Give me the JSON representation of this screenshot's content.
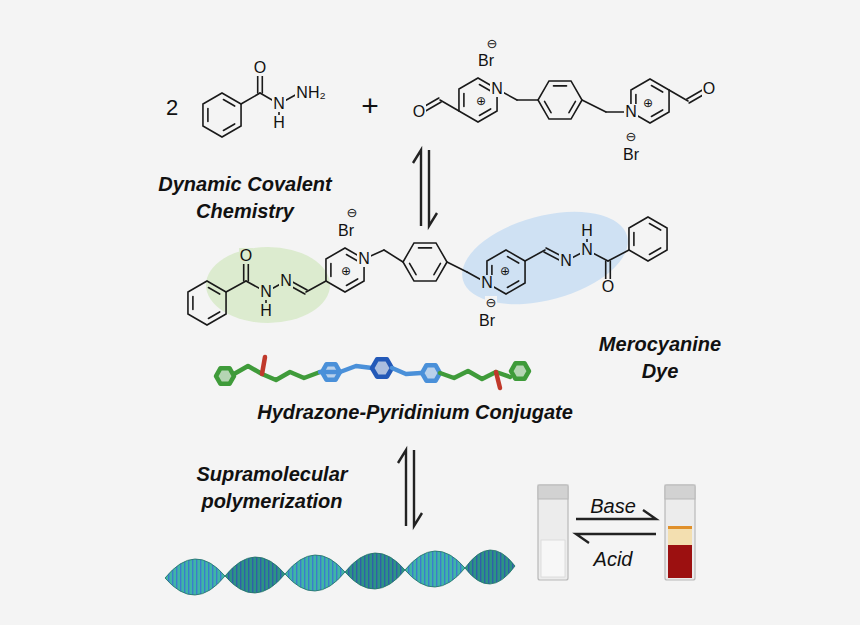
{
  "diagram": {
    "labels": [
      "2",
      "O",
      "N",
      "H",
      "NH₂",
      "+",
      "⊖",
      "Br",
      "O",
      "N",
      "⊕",
      "N",
      "⊕",
      "O",
      "⊖",
      "Br",
      "Dynamic Covalent Chemistry",
      "⊖",
      "Br",
      "N",
      "⊕",
      "O",
      "N",
      "H",
      "N",
      "N",
      "⊕",
      "⊖",
      "Br",
      "N",
      "N",
      "H",
      "O",
      "Merocyanine Dye",
      "Hydrazone-Pyridinium Conjugate",
      "Supramolecular polymerization",
      "Base",
      "Acid"
    ]
  }
}
